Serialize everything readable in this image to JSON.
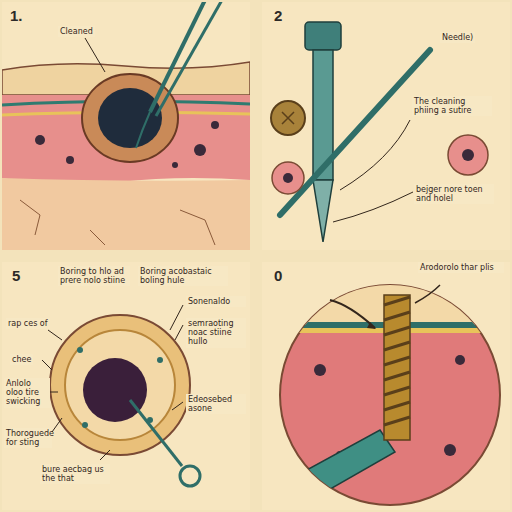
{
  "diagram": {
    "labels": [
      "1.",
      "Cleaned",
      "2",
      "Needle)",
      "The cleaning phiing a sutire",
      "bejger nore toen and holel",
      "5",
      "Boring to hlo ad prere nolo stiine",
      "Boring acobastaic boling hule",
      "Sonenaldo",
      "rap ces of",
      "chee",
      "Anlolo oloo tire swicking",
      "semraoting noac stiine hullo",
      "Edeosebed asone",
      "Thoroguede for sting",
      "bure aecbag us the that",
      "0",
      "Arodorolo thar plis"
    ]
  }
}
